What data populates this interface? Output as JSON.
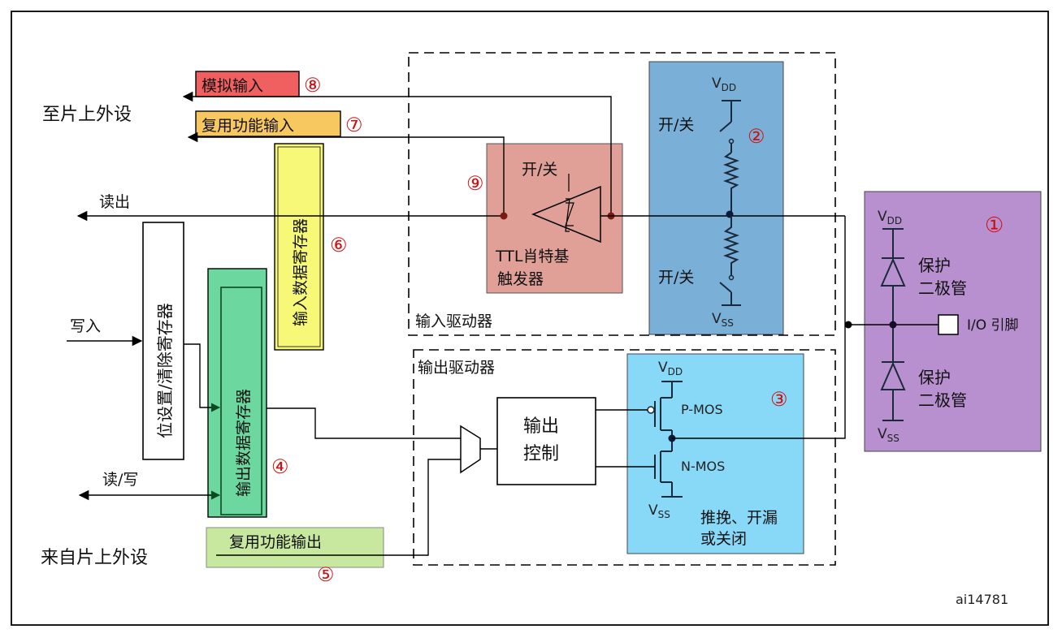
{
  "labels": {
    "to_onchip_periph": "至片上外设",
    "from_onchip_periph": "来自片上外设",
    "read_out": "读出",
    "write_in": "写入",
    "read_write": "读/写",
    "analog_input": "模拟输入",
    "alt_func_input": "复用功能输入",
    "alt_func_output": "复用功能输出",
    "input_data_register": "输入数据寄存器",
    "bit_set_reset_register": "位设置/清除寄存器",
    "output_data_register": "输出数据寄存器",
    "onoff_schmitt": "开/关",
    "ttl_schmitt_line1": "TTL肖特基",
    "ttl_schmitt_line2": "触发器",
    "input_driver": "输入驱动器",
    "output_driver": "输出驱动器",
    "onoff_pullup": "开/关",
    "onoff_pulldown": "开/关",
    "vdd_pull": "V",
    "vdd_pull_sub": "DD",
    "vss_pull": "V",
    "vss_pull_sub": "SS",
    "output_control_line1": "输出",
    "output_control_line2": "控制",
    "vdd_out": "V",
    "vdd_out_sub": "DD",
    "vss_out": "V",
    "vss_out_sub": "SS",
    "pmos": "P-MOS",
    "nmos": "N-MOS",
    "pushpull_line1": "推挽、开漏",
    "pushpull_line2": "或关闭",
    "vdd_prot": "V",
    "vdd_prot_sub": "DD",
    "vss_prot": "V",
    "vss_prot_sub": "SS",
    "protect_diode_top_1": "保护",
    "protect_diode_top_2": "二极管",
    "protect_diode_bot_1": "保护",
    "protect_diode_bot_2": "二极管",
    "io_pin": "I/O 引脚",
    "figure_id": "ai14781"
  },
  "markers": {
    "m1": "①",
    "m2": "②",
    "m3": "③",
    "m4": "④",
    "m5": "⑤",
    "m6": "⑥",
    "m7": "⑦",
    "m8": "⑧",
    "m9": "⑨"
  },
  "colors": {
    "analog_input_box": "#f06060",
    "alt_input_box": "#f8c860",
    "input_data_reg": "#f8f878",
    "output_data_reg": "#6cd8a0",
    "schmitt_block": "#e0a098",
    "pull_block": "#7ab0d8",
    "output_stage_block": "#88d8f8",
    "protection_block": "#b890d0",
    "alt_output_box": "#c8e8a0",
    "marker_red": "#d01010"
  }
}
